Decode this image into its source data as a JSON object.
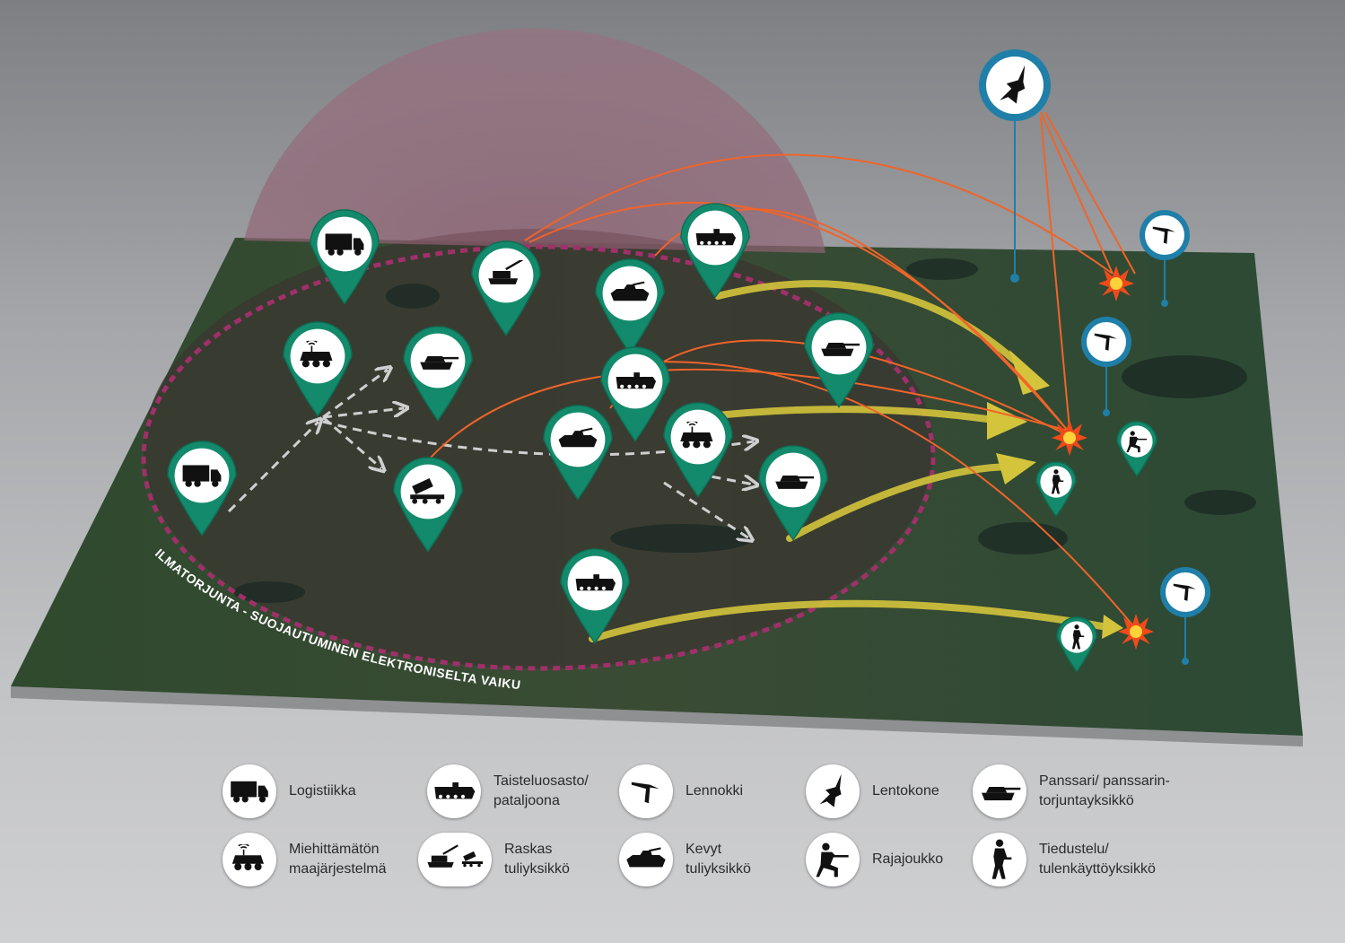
{
  "colors": {
    "pin_green": "#138a6b",
    "pin_blue": "#1f7fa8",
    "orange_line": "#f0642a",
    "yellow_arrow": "#d4c43c",
    "zone": "#a0306a"
  },
  "zone_label": "ILMATORJUNTA - SUOJAUTUMINEN ELEKTRONISELTA VAIKUTTAMISELTA",
  "legend": [
    {
      "icon": "truck-icon",
      "label": "Logistiikka"
    },
    {
      "icon": "apc-icon",
      "label": "Taisteluosasto/\npataljoona"
    },
    {
      "icon": "drone-icon",
      "label": "Lennokki"
    },
    {
      "icon": "jet-icon",
      "label": "Lentokone"
    },
    {
      "icon": "tank-icon",
      "label": "Panssari/ panssarin-\ntorjuntayksikkö"
    },
    {
      "icon": "ugv-icon",
      "label": "Miehittämätön\nmaajärjestelmä"
    },
    {
      "icon": "artillery-icon",
      "label": "Raskas\ntuliyksikkö"
    },
    {
      "icon": "ifv-icon",
      "label": "Kevyt\ntuliyksikkö"
    },
    {
      "icon": "soldier-kneel-icon",
      "label": "Rajajoukko"
    },
    {
      "icon": "soldier-icon",
      "label": "Tiedustelu/\ntulenkäyttöyksikkö"
    }
  ]
}
